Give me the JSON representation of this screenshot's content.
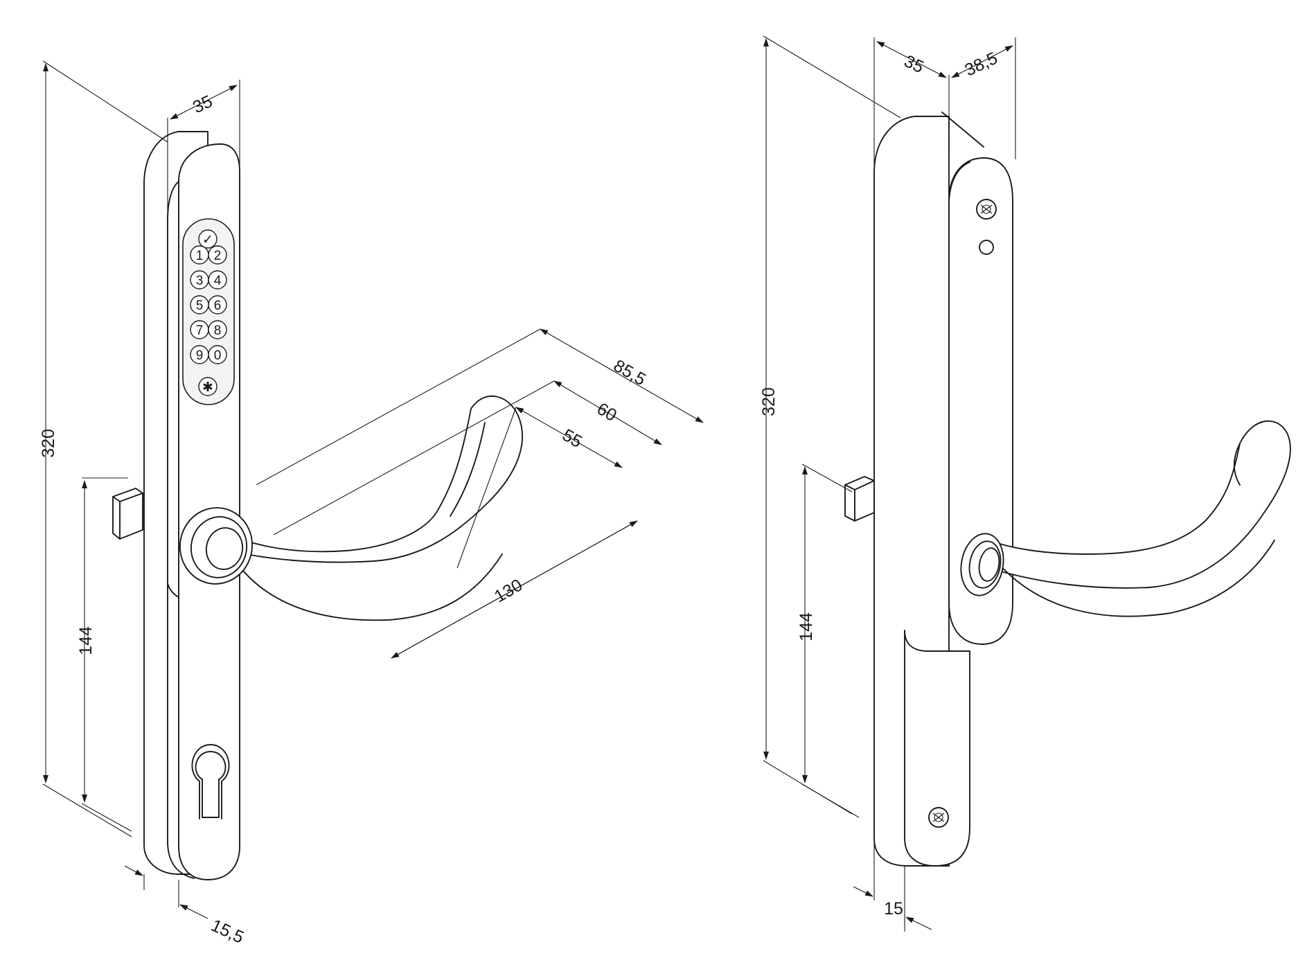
{
  "dimensions": {
    "front": {
      "height": "320",
      "width": "35",
      "spindle_height": "144",
      "plate_depth": "15,5",
      "lever_projection": "85,5",
      "lever_projection_2": "60",
      "lever_projection_3": "55",
      "lever_length": "130"
    },
    "rear": {
      "height": "320",
      "width": "35",
      "lever_offset": "38,5",
      "spindle_height": "144",
      "plate_depth": "15"
    }
  },
  "keypad": {
    "keys": [
      "1",
      "2",
      "3",
      "4",
      "5",
      "6",
      "7",
      "8",
      "9",
      "0"
    ],
    "enter_symbol": "✓",
    "clear_symbol": "✱"
  },
  "colors": {
    "line": "#1a1a1a",
    "background": "#ffffff"
  }
}
